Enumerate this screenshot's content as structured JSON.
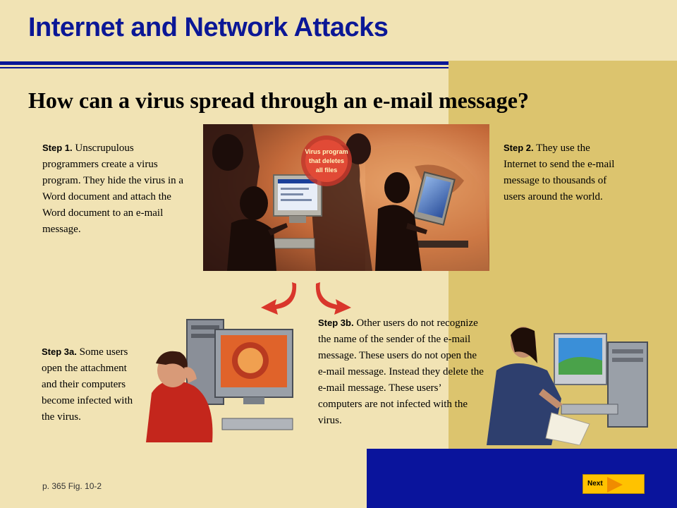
{
  "title": "Internet and Network Attacks",
  "question": "How can a virus spread through an e-mail message?",
  "steps": {
    "step1": {
      "label": "Step 1.",
      "text": "Unscrupulous programmers create a virus program.  They hide the virus in a Word document and attach the Word document to an e-mail message."
    },
    "step2": {
      "label": "Step 2.",
      "text": "They use the Internet to send the e-mail message to thousands of users around the world."
    },
    "step3a": {
      "label": "Step 3a.",
      "text": "Some users open the attachment and their computers become infected with the virus."
    },
    "step3b": {
      "label": "Step 3b.",
      "text": "Other users do not recognize the name of the sender of the e-mail message.  These users do not open the e-mail message.  Instead they delete the e-mail message.  These users’ computers are not infected with the virus."
    }
  },
  "illustration": {
    "virus_banner": [
      "Virus program",
      "that deletes",
      "all files"
    ]
  },
  "reference": "p. 365 Fig. 10-2",
  "next_label": "Next",
  "colors": {
    "title": "#0b1796",
    "background": "#f1e3b4",
    "panel": "#dcc46e",
    "bar": "#0a149c",
    "arrow": "#d9362b",
    "next_button": "#ffc200"
  }
}
